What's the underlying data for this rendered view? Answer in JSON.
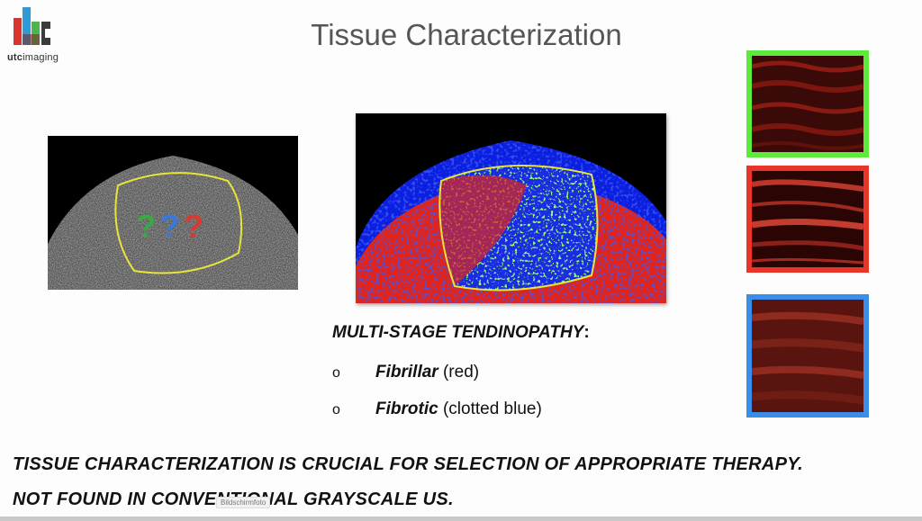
{
  "slide": {
    "title": "Tissue Characterization",
    "logo_text_bold": "utc",
    "logo_text_rest": "imaging",
    "question_marks": [
      "?",
      "?",
      "?"
    ],
    "heading": "MULTI-STAGE TENDINOPATHY",
    "heading_colon": ":",
    "bullets": [
      {
        "marker": "o",
        "term": "Fibrillar",
        "desc": " (red)"
      },
      {
        "marker": "o",
        "term": "Fibrotic",
        "desc": " (clotted blue)"
      }
    ],
    "statement_1": "TISSUE CHARACTERIZATION IS CRUCIAL FOR SELECTION OF APPROPRIATE THERAPY.",
    "statement_2": "NOT FOUND IN CONVENTIONAL GRAYSCALE US.",
    "overlay_label": "Bildschirmfoto"
  },
  "colors": {
    "qmark_green": "#3aa845",
    "qmark_blue": "#3b79d8",
    "qmark_red": "#d93a30",
    "border_green": "#5dea3c",
    "border_red": "#e9342a",
    "border_blue": "#3a8de9",
    "roi_yellow": "#e8e43a"
  },
  "icons": [
    "utc-imaging-logo"
  ]
}
